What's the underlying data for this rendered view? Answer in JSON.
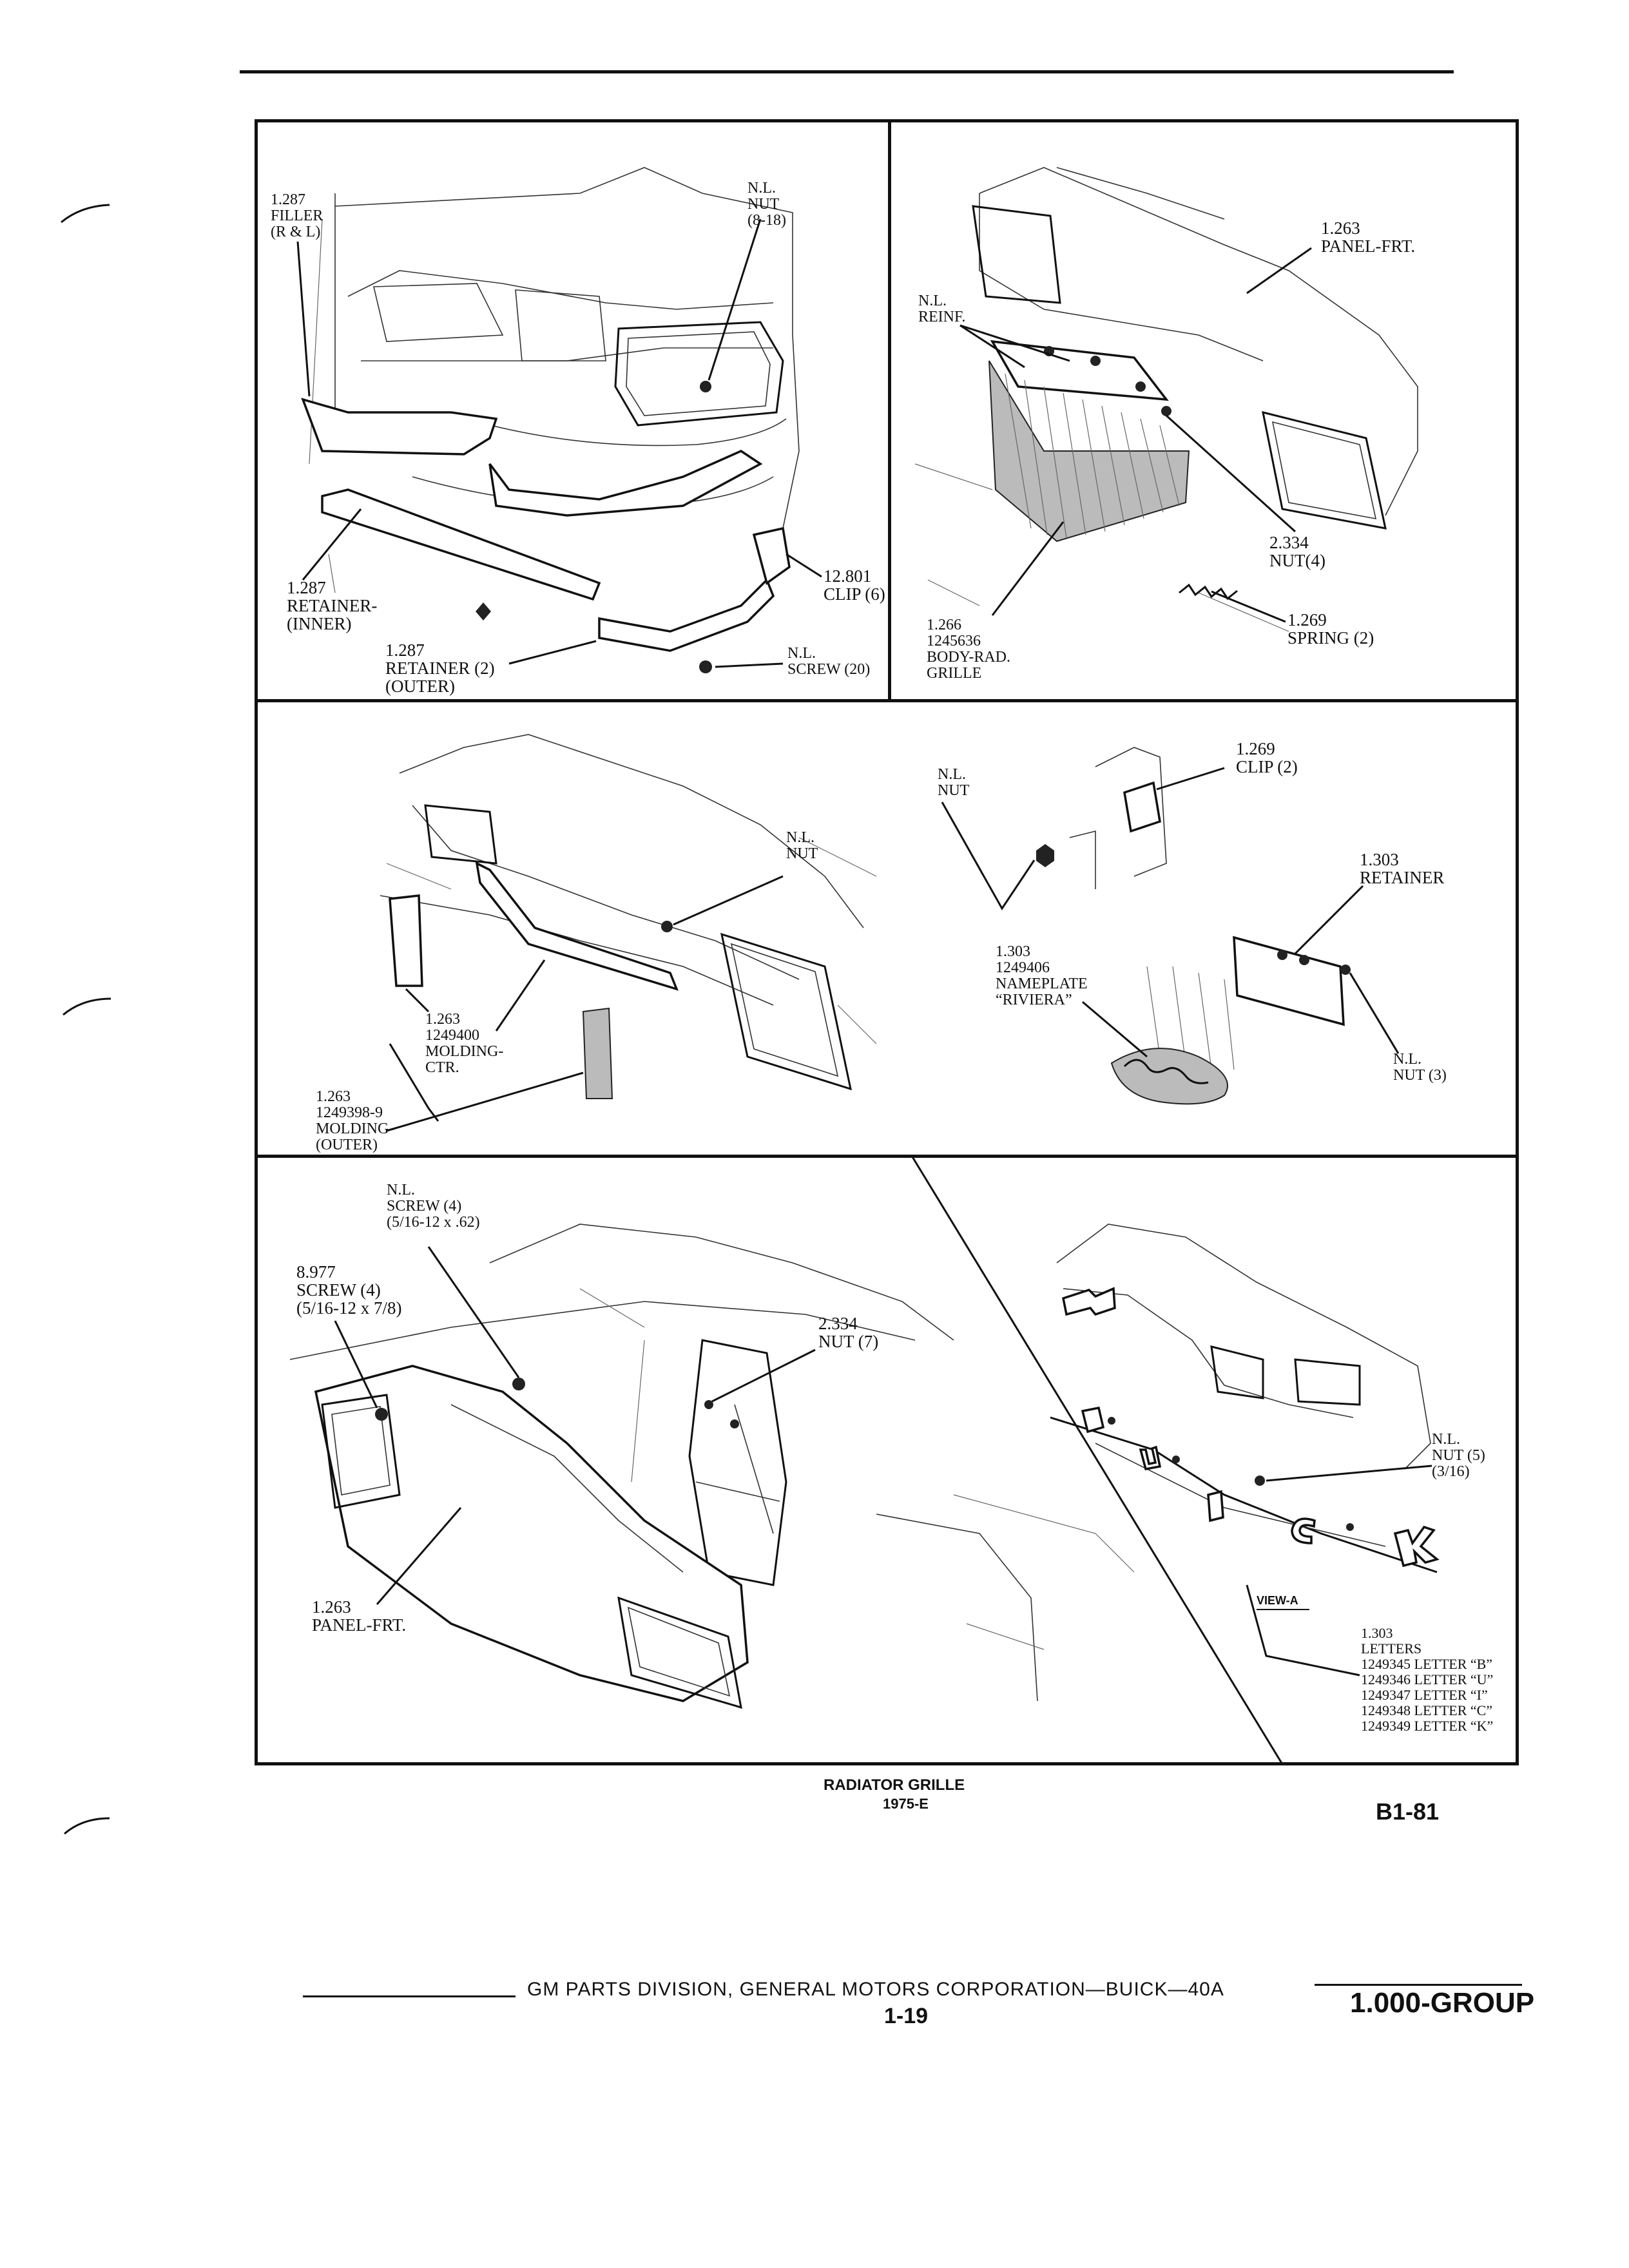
{
  "panel1": {
    "filler": "1.287\nFILLER\n(R & L)",
    "nut_top": "N.L.\nNUT\n(8-18)",
    "retainer_inner": "1.287\nRETAINER-\n(INNER)",
    "clip": "12.801\nCLIP (6)",
    "retainer_outer": "1.287\nRETAINER (2)\n(OUTER)",
    "screw": "N.L.\nSCREW (20)"
  },
  "panel2": {
    "panel_frt": "1.263\nPANEL-FRT.",
    "reinf": "N.L.\nREINF.",
    "nut": "2.334\nNUT(4)",
    "grille": "1.266\n1245636\nBODY-RAD.\nGRILLE",
    "spring": "1.269\nSPRING (2)"
  },
  "panel3": {
    "nut": "N.L.\nNUT",
    "molding_ctr": "1.263\n1249400\nMOLDING-\nCTR.",
    "molding_outer": "1.263\n1249398-9\nMOLDING-\n(OUTER)"
  },
  "panel4": {
    "nut": "N.L.\nNUT",
    "clip": "1.269\nCLIP (2)",
    "retainer": "1.303\nRETAINER",
    "nameplate": "1.303\n1249406\nNAMEPLATE\n“RIVIERA”",
    "nut3": "N.L.\nNUT (3)"
  },
  "panel5": {
    "screw_nl": "N.L.\nSCREW (4)\n(5/16-12 x .62)",
    "screw_8977": "8.977\nSCREW (4)\n(5/16-12 x 7/8)",
    "nut7": "2.334\nNUT (7)",
    "panel_frt": "1.263\nPANEL-FRT."
  },
  "panel6": {
    "nut5": "N.L.\nNUT (5)\n(3/16)",
    "view_a": "VIEW-A",
    "letters": "1.303\nLETTERS\n1249345 LETTER “B”\n1249346 LETTER “U”\n1249347 LETTER “I”\n1249348 LETTER “C”\n1249349 LETTER “K”"
  },
  "caption": {
    "title": "RADIATOR GRILLE",
    "year": "1975-E"
  },
  "page_code": "B1-81",
  "footer": {
    "division": "GM PARTS DIVISION, GENERAL MOTORS CORPORATION—BUICK—40A",
    "page": "1-19",
    "group": "1.000-GROUP"
  }
}
